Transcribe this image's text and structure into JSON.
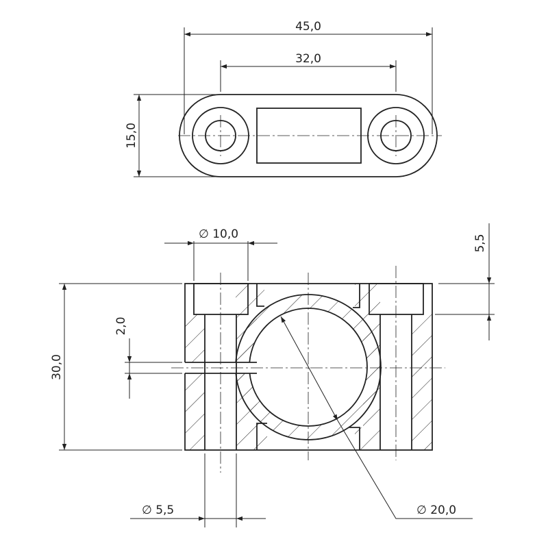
{
  "dimensions": {
    "overall_length": "45,0",
    "hole_spacing": "32,0",
    "width": "15,0",
    "counterbore_diameter": "∅ 10,0",
    "counterbore_depth": "5,5",
    "height": "30,0",
    "slot_gap": "2,0",
    "bolt_hole_diameter": "∅ 5,5",
    "bore_diameter": "∅ 20,0"
  }
}
